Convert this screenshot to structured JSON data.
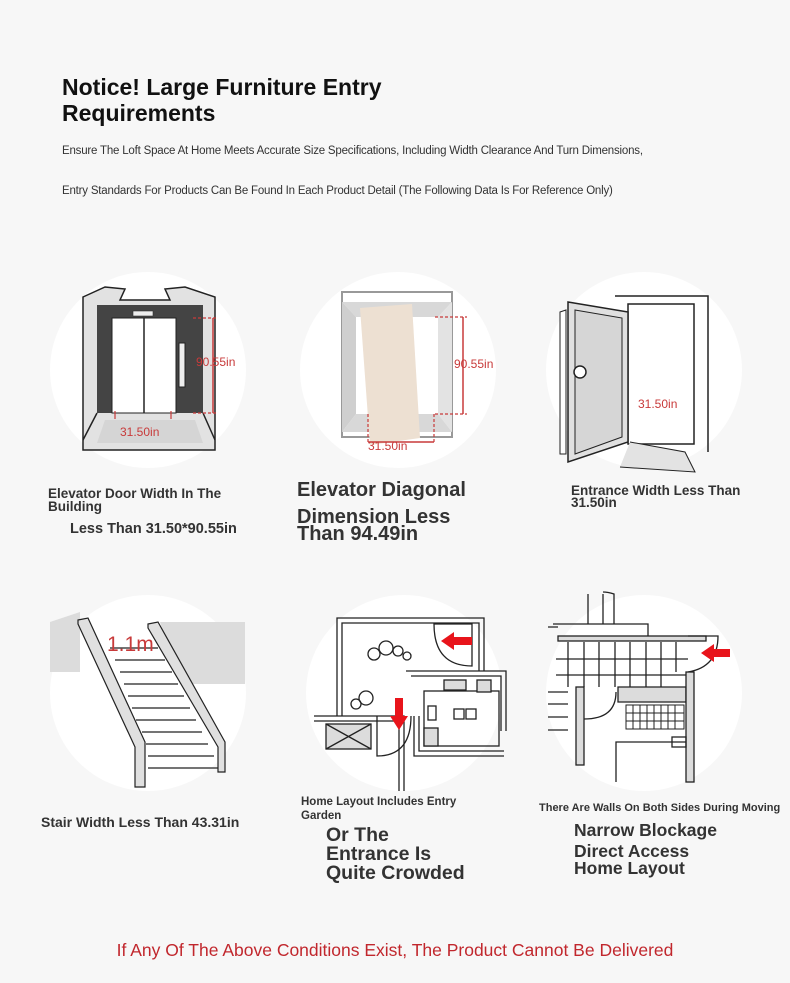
{
  "header": {
    "title": "Notice! Large Furniture Entry Requirements",
    "subtitle_line1": "Ensure The Loft Space At Home Meets Accurate Size Specifications, Including Width Clearance And Turn Dimensions,",
    "subtitle_line2": "Entry Standards For Products Can Be Found In Each Product Detail (The Following Data Is For Reference Only)"
  },
  "cards": [
    {
      "icon": "elevator-door-icon",
      "height_label": "90.55in",
      "width_label": "31.50in",
      "caption_line1": "Elevator Door Width In The",
      "caption_line2": "Building",
      "caption_line3": "Less Than 31.50*90.55in"
    },
    {
      "icon": "elevator-diagonal-icon",
      "height_label": "90.55in",
      "width_label": "31.50in",
      "caption_line1": "Elevator Diagonal",
      "caption_line2": "Dimension Less",
      "caption_line3": "Than 94.49in"
    },
    {
      "icon": "entrance-door-icon",
      "width_label": "31.50in",
      "caption_line1": "Entrance Width Less Than",
      "caption_line2": "31.50in"
    },
    {
      "icon": "staircase-icon",
      "width_label": "1.1m",
      "caption_line1": "Stair Width Less Than 43.31in"
    },
    {
      "icon": "entry-garden-floorplan-icon",
      "caption_line1": "Home Layout Includes Entry",
      "caption_line2": "Garden",
      "caption_line3": "Or The",
      "caption_line4": "Entrance Is",
      "caption_line5": "Quite Crowded"
    },
    {
      "icon": "narrow-corridor-floorplan-icon",
      "caption_line1": "There Are Walls On Both Sides During Moving",
      "caption_line2": "Narrow Blockage",
      "caption_line3": "Direct Access",
      "caption_line4": "Home Layout"
    }
  ],
  "footer": {
    "warning": "If Any Of The Above Conditions Exist, The Product Cannot Be Delivered"
  },
  "colors": {
    "background": "#f7f7f7",
    "dimension_red": "#c83a3a",
    "warning_red": "#c1272d",
    "arrow_red": "#e8141b"
  }
}
